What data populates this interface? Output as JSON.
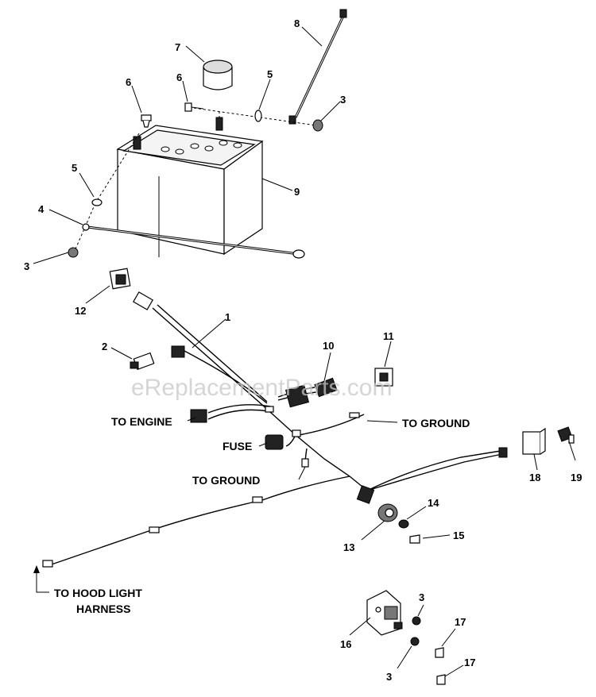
{
  "watermark": "eReplacementParts.com",
  "callouts": {
    "c1": "1",
    "c2": "2",
    "c3a": "3",
    "c3b": "3",
    "c3c": "3",
    "c3d": "3",
    "c4": "4",
    "c5a": "5",
    "c5b": "5",
    "c6a": "6",
    "c6b": "6",
    "c7": "7",
    "c8": "8",
    "c9": "9",
    "c10": "10",
    "c11": "11",
    "c12": "12",
    "c13": "13",
    "c14": "14",
    "c15": "15",
    "c16": "16",
    "c17a": "17",
    "c17b": "17",
    "c18": "18",
    "c19": "19"
  },
  "labels": {
    "to_engine": "TO ENGINE",
    "fuse": "FUSE",
    "to_ground_right": "TO GROUND",
    "to_ground_left": "TO GROUND",
    "to_hood_line1": "TO HOOD LIGHT",
    "to_hood_line2": "HARNESS"
  }
}
